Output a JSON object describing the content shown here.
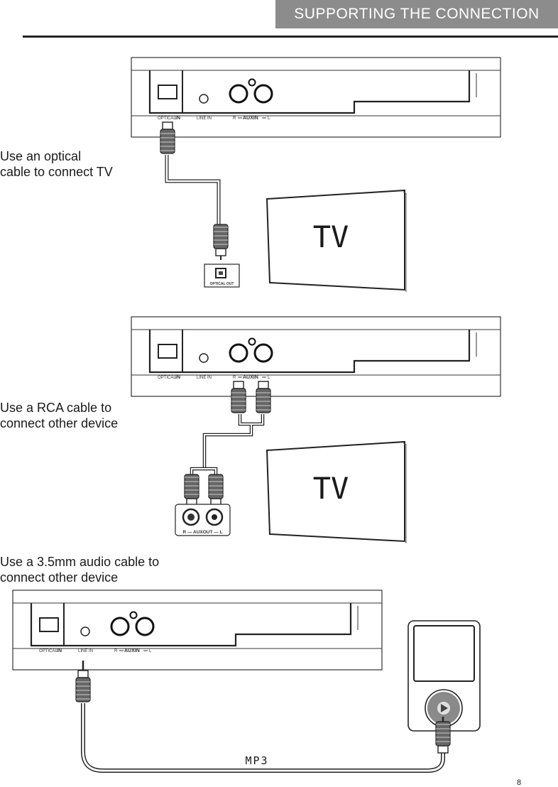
{
  "header": {
    "title": "SUPPORTING THE CONNECTION"
  },
  "sections": [
    {
      "caption_lines": [
        "Use an optical",
        "cable to connect TV"
      ]
    },
    {
      "caption_lines": [
        "Use a RCA cable to",
        "connect other device"
      ]
    },
    {
      "caption_lines": [
        "Use a 3.5mm audio cable to",
        "connect other device"
      ]
    }
  ],
  "panel": {
    "optical_label": "OPTICAL",
    "in_label": "IN",
    "line_in_label": "LINE IN",
    "aux_r": "R",
    "aux_label": "AUXIN",
    "aux_l": "L"
  },
  "devices": {
    "tv_label": "TV",
    "optical_out_label": "OPTICAL OUT",
    "aux_out_label": "R — AUXOUT — L",
    "mp3_label": "MP3"
  },
  "page_number": "8"
}
